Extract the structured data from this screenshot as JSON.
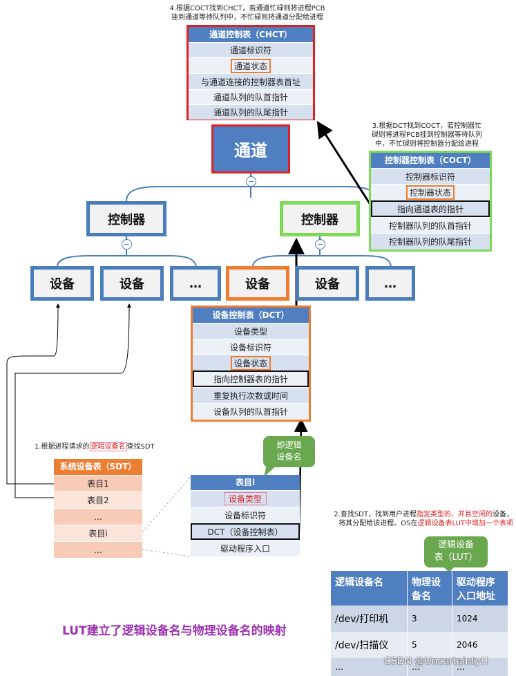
{
  "notes": {
    "n4_line1": "4.根据COCT找到CHCT，若通道忙碌则将进程PCB",
    "n4_line2": "挂到通道等待队列中，不忙碌则将通道分配给进程",
    "n3_line1": "3.根据DCT找到COCT，若控制器忙",
    "n3_line2": "碌则将进程PCB挂到控制器等待队列",
    "n3_line3": "中，不忙碌则将控制器分配给进程",
    "n1_prefix": "1.根据进程请求的",
    "n1_highlight": "逻辑设备名",
    "n1_suffix": "查找SDT",
    "n2_line1_a": "2.查找SDT，找到用户进程",
    "n2_line1_b": "指定类型的、并且空闲的",
    "n2_line1_c": "设备，",
    "n2_line2_a": "将其分配给该进程。OS在",
    "n2_line2_b": "逻辑设备表LUT中增加一个表项"
  },
  "chct": {
    "title": "通道控制表（CHCT）",
    "rows": [
      "通道标识符",
      "通道状态",
      "与通道连接的控制器表首址",
      "通道队列的队首指针",
      "通道队列的队尾指针"
    ]
  },
  "channel": {
    "label": "通道"
  },
  "coct": {
    "title": "控制器控制表（COCT）",
    "rows": [
      "控制器标识符",
      "控制器状态",
      "指向通道表的指针",
      "控制器队列的队首指针",
      "控制器队列的队尾指针"
    ]
  },
  "controllers": [
    "控制器",
    "控制器"
  ],
  "devices": [
    "设备",
    "设备",
    "…",
    "设备",
    "设备",
    "…"
  ],
  "dct": {
    "title": "设备控制表（DCT）",
    "rows": [
      "设备类型",
      "设备标识符",
      "设备状态",
      "指向控制器表的指针",
      "重复执行次数或时间",
      "设备队列的队首指针"
    ]
  },
  "callout1": {
    "text_line1": "即逻辑",
    "text_line2": "设备名"
  },
  "callout2": {
    "text_line1": "逻辑设备",
    "text_line2": "表（LUT）"
  },
  "sdt": {
    "title": "系统设备表（SDT）",
    "rows": [
      "表目1",
      "表目2",
      "…",
      "表目i",
      "…"
    ]
  },
  "entry_i": {
    "title": "表目i",
    "rows": [
      "设备类型",
      "设备标识符",
      "DCT（设备控制表）",
      "驱动程序入口"
    ]
  },
  "lut": {
    "headers": [
      "逻辑设备名",
      "物理设备名",
      "驱动程序入口地址"
    ],
    "rows": [
      [
        "/dev/打印机",
        "3",
        "1024"
      ],
      [
        "/dev/扫描仪",
        "5",
        "2046"
      ],
      [
        "…",
        "…",
        "…"
      ]
    ]
  },
  "caption": "LUT建立了逻辑设备名与物理设备名的映射",
  "watermark": "CSDN @Uncertainty!!",
  "colors": {
    "blue": "#4a7ebb",
    "header_blue": "#4f7fc0",
    "orange": "#ed7d31",
    "red": "#e02020",
    "green": "#7ed957",
    "callout_green": "#6aa84f",
    "caption_purple": "#9b30b0"
  }
}
